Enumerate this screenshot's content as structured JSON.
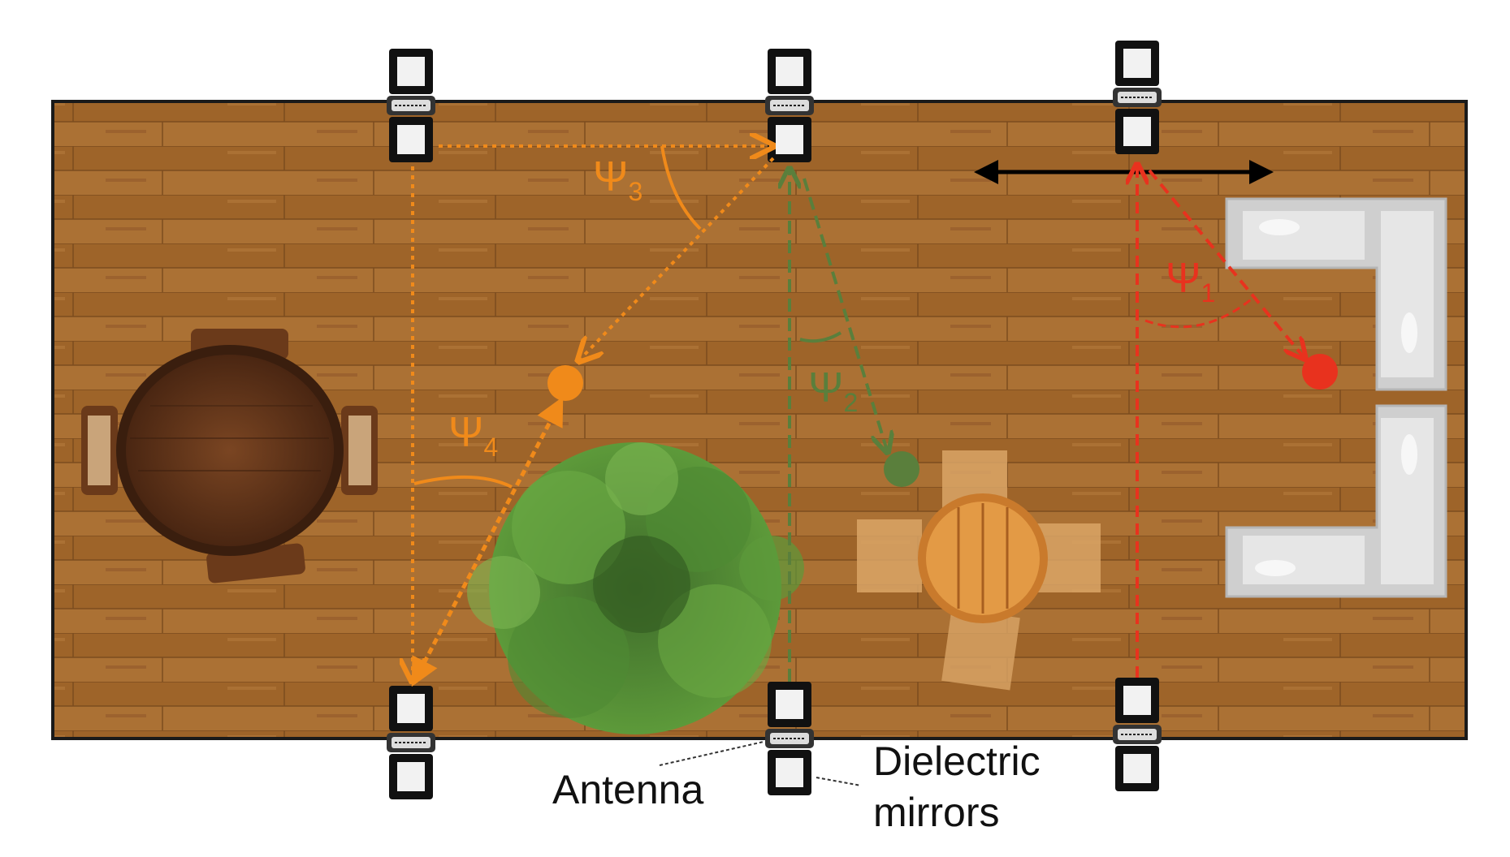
{
  "angles": {
    "psi1": {
      "sym": "Ψ",
      "sub": "1",
      "color": "#e8321e"
    },
    "psi2": {
      "sym": "Ψ",
      "sub": "2",
      "color": "#5a7f3c"
    },
    "psi3": {
      "sym": "Ψ",
      "sub": "3",
      "color": "#f08a1a"
    },
    "psi4": {
      "sym": "Ψ",
      "sub": "4",
      "color": "#f08a1a"
    }
  },
  "labels": {
    "antenna": "Antenna",
    "mirrors_line1": "Dielectric",
    "mirrors_line2": "mirrors"
  },
  "colors": {
    "floor": "#a2672c",
    "floor_border": "#1a1a1a",
    "orange": "#f08a1a",
    "green": "#5a7f3c",
    "red": "#e8321e",
    "black_arrow": "#000000"
  },
  "icons": {
    "unit": "antenna-mirror-unit-icon",
    "plant": "plant-icon",
    "dining_table": "round-table-icon",
    "patio_table": "wood-table-icon",
    "sofa": "sectional-sofa-icon"
  }
}
